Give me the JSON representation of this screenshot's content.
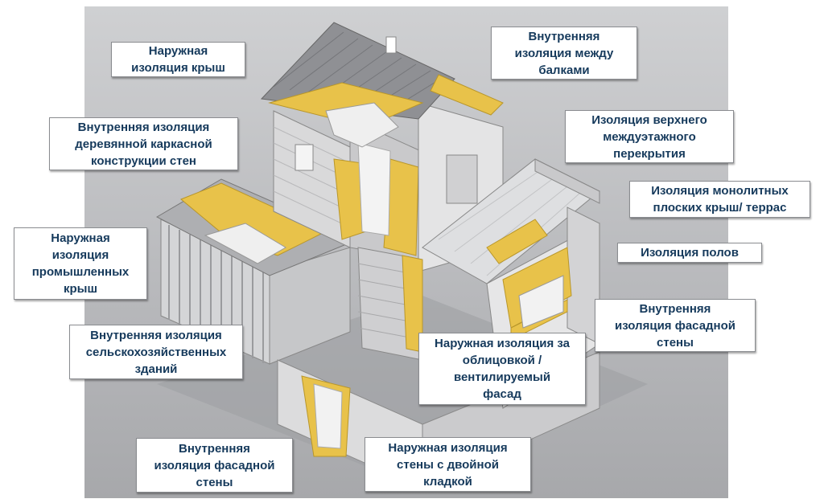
{
  "labels": {
    "outer_roof": "Наружная\nизоляция крыш",
    "inner_beams": "Внутренняя\nизоляция между\nбалками",
    "inner_wood_frame": "Внутренняя изоляция\nдеревянной каркасной\nконструкции стен",
    "upper_floor_slab": "Изоляция верхнего\nмеждуэтажного\nперекрытия",
    "flat_roofs": "Изоляция монолитных\nплоских крыш/ террас",
    "outer_industrial_roofs": "Наружная\nизоляция\nпромышленных\nкрыш",
    "floors": "Изоляция полов",
    "inner_facade_right": "Внутренняя\nизоляция фасадной\nстены",
    "inner_agricultural": "Внутренняя изоляция\nсельскохозяйственных\nзданий",
    "ventilated_facade": "Наружная изоляция за\nоблицовкой /\nвентилируемый\nфасад",
    "inner_facade_bottom": "Внутренняя\nизоляция фасадной\nстены",
    "double_masonry": "Наружная изоляция\nстены с двойной\nкладкой"
  },
  "colors": {
    "insulation": "#e8c24a",
    "wall": "#e6e6e6",
    "roof": "#9a9b9e",
    "label_text": "#163a5c"
  }
}
